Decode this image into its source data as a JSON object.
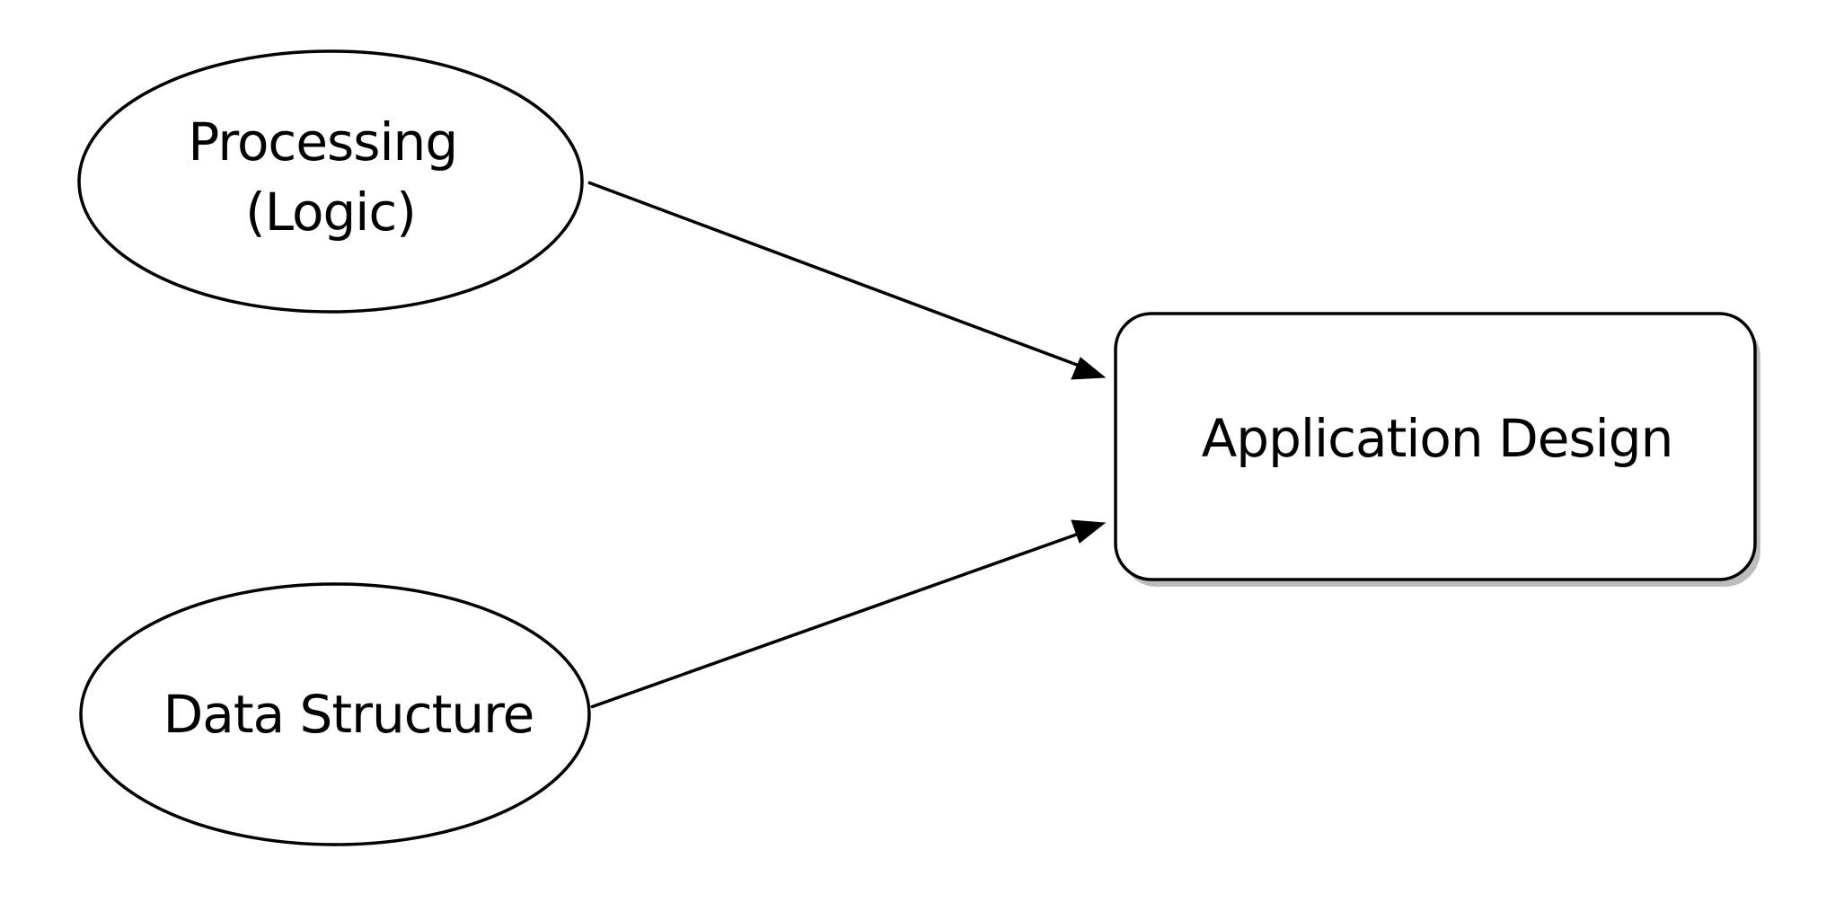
{
  "diagram": {
    "nodes": {
      "processing": {
        "shape": "ellipse",
        "lines": [
          "Processing",
          "(Logic)"
        ]
      },
      "data_structure": {
        "shape": "ellipse",
        "lines": [
          "Data Structure"
        ]
      },
      "application_design": {
        "shape": "rounded-rectangle",
        "lines": [
          "Application Design"
        ]
      }
    },
    "edges": [
      {
        "from": "processing",
        "to": "application_design",
        "style": "arrow"
      },
      {
        "from": "data_structure",
        "to": "application_design",
        "style": "arrow"
      }
    ],
    "colors": {
      "stroke": "#000000",
      "fill": "#ffffff",
      "shadow": "#bdbdbd"
    }
  }
}
